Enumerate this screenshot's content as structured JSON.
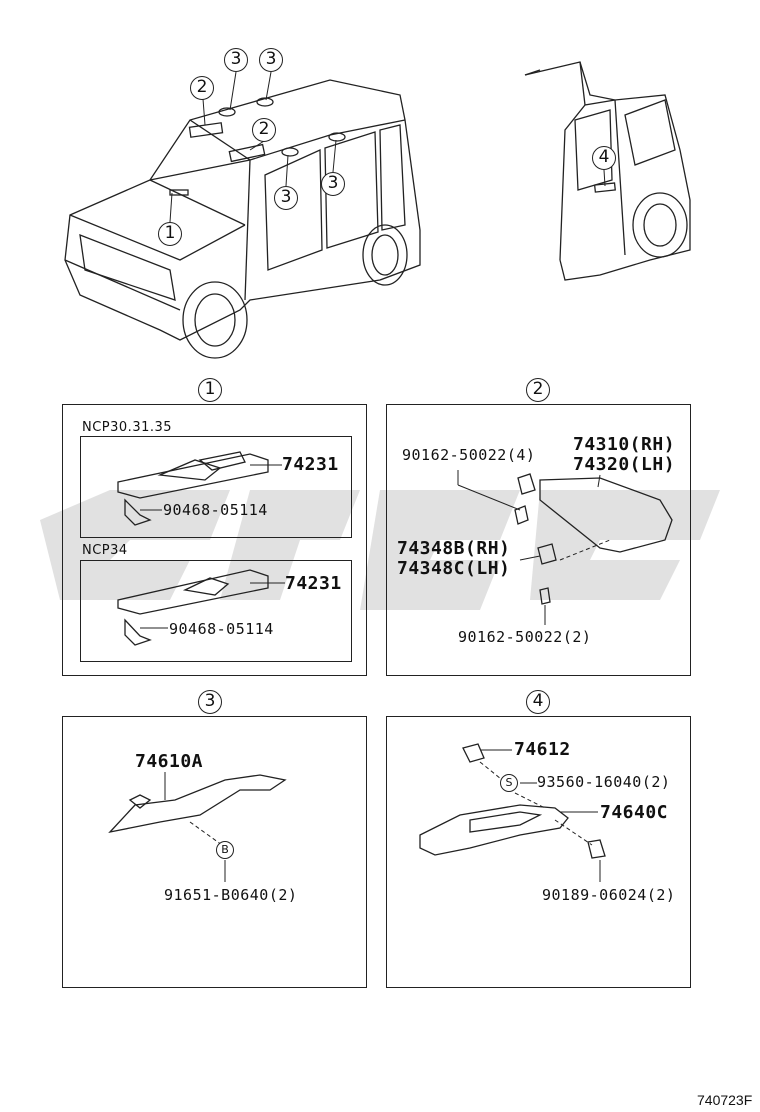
{
  "callouts": {
    "one": "1",
    "two": "2",
    "three": "3",
    "four": "4"
  },
  "panel1": {
    "variant_a": "NCP30.31.35",
    "variant_b": "NCP34",
    "part_a_main": "74231",
    "part_a_screw": "90468-05114",
    "part_b_main": "74231",
    "part_b_screw": "90468-05114"
  },
  "panel2": {
    "screw_top": "90162-50022(4)",
    "visor_rh": "74310(RH)",
    "visor_lh": "74320(LH)",
    "holder_rh": "74348B(RH)",
    "holder_lh": "74348C(LH)",
    "screw_bottom": "90162-50022(2)"
  },
  "panel3": {
    "grip": "74610A",
    "bolt_tag": "B",
    "bolt": "91651-B0640(2)"
  },
  "panel4": {
    "cap": "74612",
    "screw_tag": "S",
    "screw": "93560-16040(2)",
    "grip": "74640C",
    "clip": "90189-06024(2)"
  },
  "footer": {
    "diagram_code": "740723F"
  }
}
